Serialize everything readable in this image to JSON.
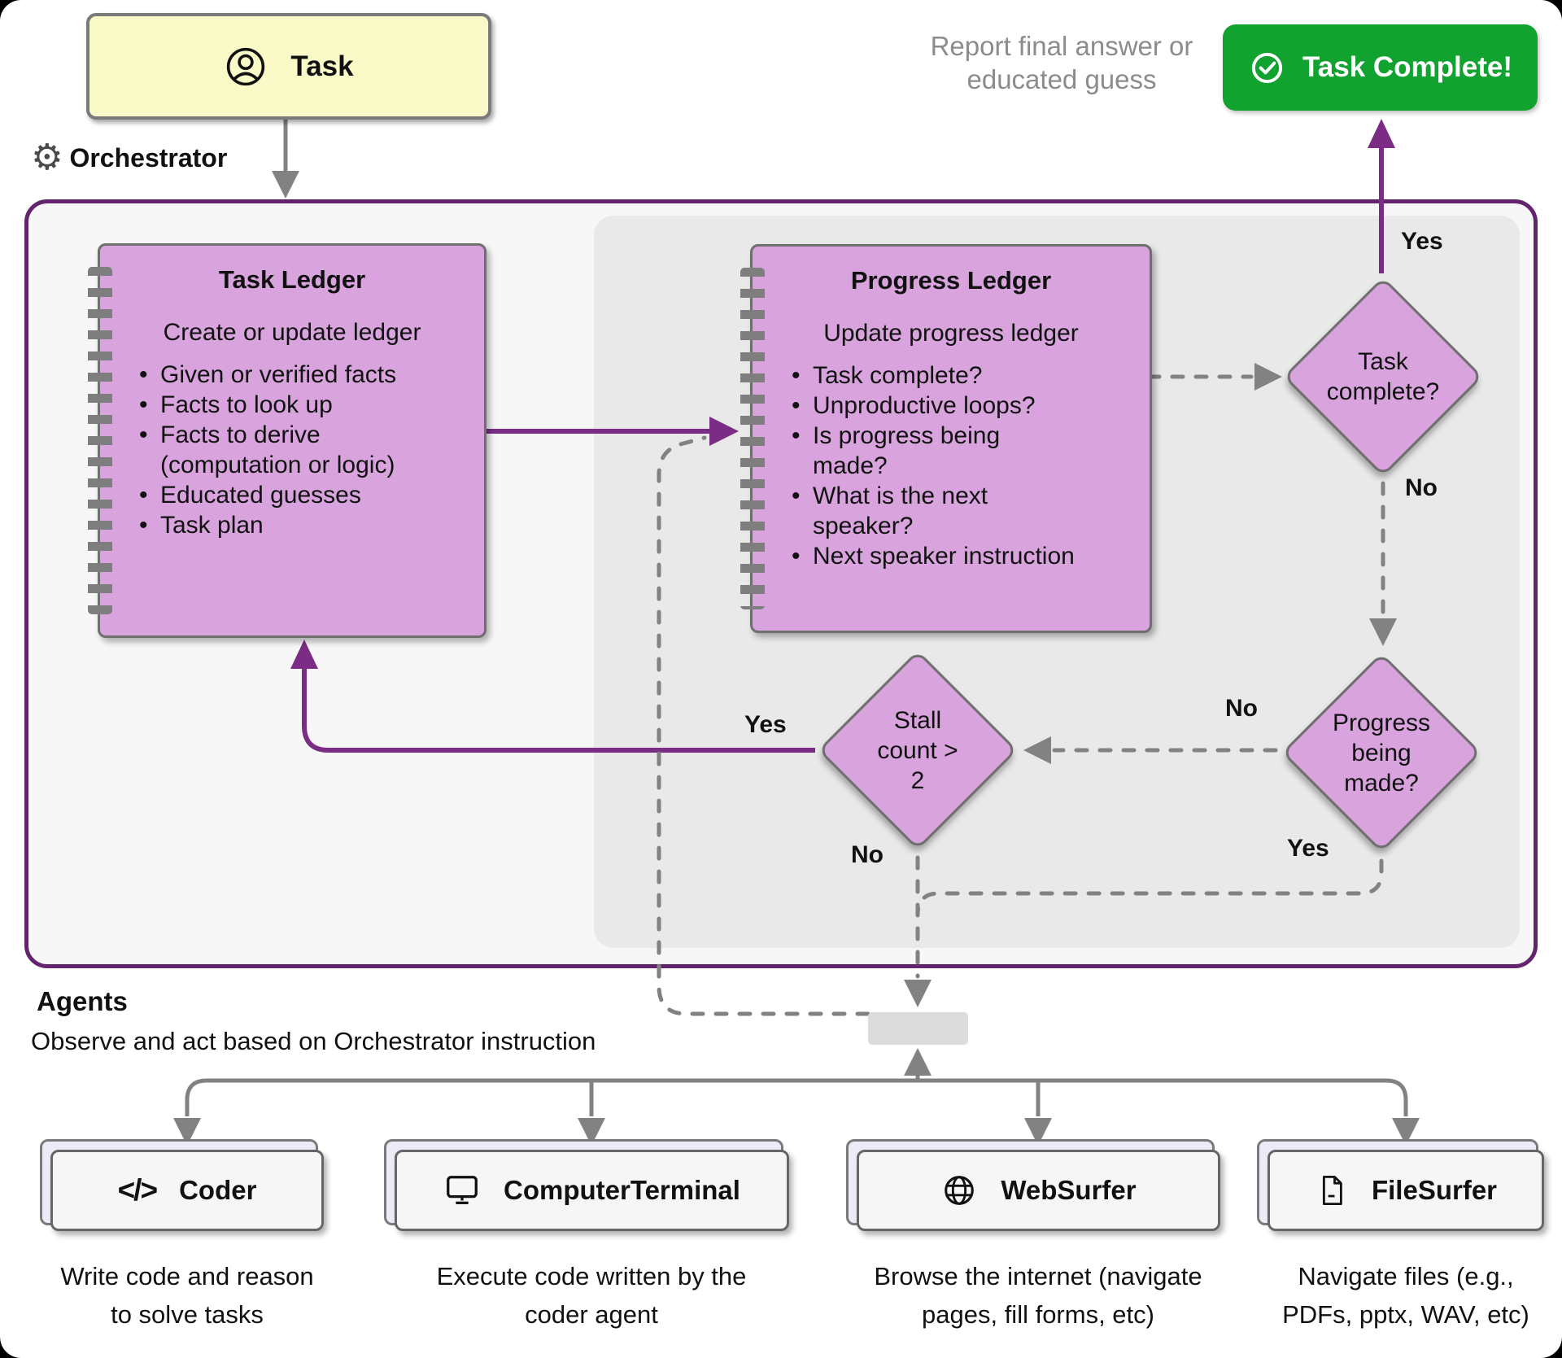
{
  "colors": {
    "purple_accent": "#7b2d85",
    "container_border": "#63246e",
    "node_fill": "#d9a4de",
    "node_border": "#6f6f6f",
    "green": "#12a22f",
    "task_yellow": "#fafac9",
    "gray_line": "#828282",
    "panel_outer": "#f7f7f7",
    "panel_inner": "#e9e9e9"
  },
  "task_box": {
    "label": "Task"
  },
  "orchestrator_label": "Orchestrator",
  "report_note": "Report final answer or\neducated guess",
  "task_complete_button": {
    "label": "Task Complete!"
  },
  "task_ledger": {
    "title": "Task Ledger",
    "subtitle": "Create or update ledger",
    "bullets": [
      "Given or verified facts",
      "Facts to look up",
      "Facts to derive\n(computation or logic)",
      "Educated guesses",
      "Task plan"
    ]
  },
  "progress_ledger": {
    "title": "Progress Ledger",
    "subtitle": "Update progress ledger",
    "bullets": [
      "Task complete?",
      "Unproductive loops?",
      "Is progress being\nmade?",
      "What is the next\nspeaker?",
      "Next speaker instruction"
    ]
  },
  "decisions": {
    "task_complete": "Task\ncomplete?",
    "progress": "Progress\nbeing\nmade?",
    "stall": "Stall\ncount >\n2"
  },
  "edge_labels": {
    "task_complete_yes": "Yes",
    "task_complete_no": "No",
    "progress_no": "No",
    "progress_yes": "Yes",
    "stall_yes": "Yes",
    "stall_no": "No"
  },
  "agents": {
    "heading": "Agents",
    "subheading": "Observe and act based on Orchestrator instruction",
    "code_glyph": "</>",
    "items": [
      {
        "name": "Coder",
        "description": "Write code and reason\nto solve tasks"
      },
      {
        "name": "ComputerTerminal",
        "description": "Execute code written by the\ncoder agent"
      },
      {
        "name": "WebSurfer",
        "description": "Browse the internet (navigate\npages, fill forms, etc)"
      },
      {
        "name": "FileSurfer",
        "description": "Navigate files (e.g.,\nPDFs, pptx, WAV, etc)"
      }
    ]
  }
}
